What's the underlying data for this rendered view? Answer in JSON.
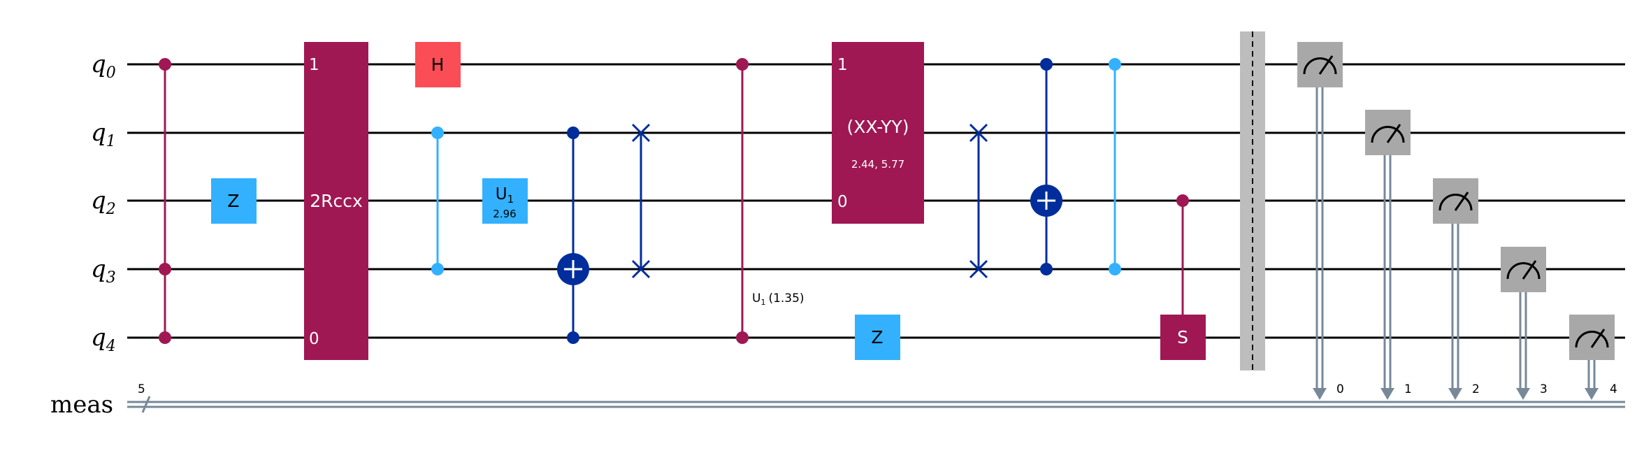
{
  "qubits": [
    {
      "base": "q",
      "sub": "0"
    },
    {
      "base": "q",
      "sub": "1"
    },
    {
      "base": "q",
      "sub": "2"
    },
    {
      "base": "q",
      "sub": "3"
    },
    {
      "base": "q",
      "sub": "4"
    }
  ],
  "classical": {
    "label": "meas",
    "width": "5",
    "bits": [
      "0",
      "1",
      "2",
      "3",
      "4"
    ]
  },
  "gates": {
    "z1": "Z",
    "rccx_label": "2Rccx",
    "rccx_top": "1",
    "rccx_bottom": "0",
    "h": "H",
    "u1_a_base": "U",
    "u1_a_sub": "1",
    "u1_a_param": "2.96",
    "u1_b_base": "U",
    "u1_b_sub": "1",
    "u1_b_param": "(1.35)",
    "xxyy_label": "(XX-YY)",
    "xxyy_param": "2.44, 5.77",
    "xxyy_top": "1",
    "xxyy_bottom": "0",
    "z2": "Z",
    "s": "S"
  },
  "colors": {
    "wire": "#000000",
    "classical": "#778899",
    "magenta": "#9F1853",
    "light_blue": "#33B1FF",
    "dark_blue": "#002D9C",
    "red": "#FA4D56",
    "measure": "#A8A8A8",
    "barrier": "#BDBDBD"
  }
}
